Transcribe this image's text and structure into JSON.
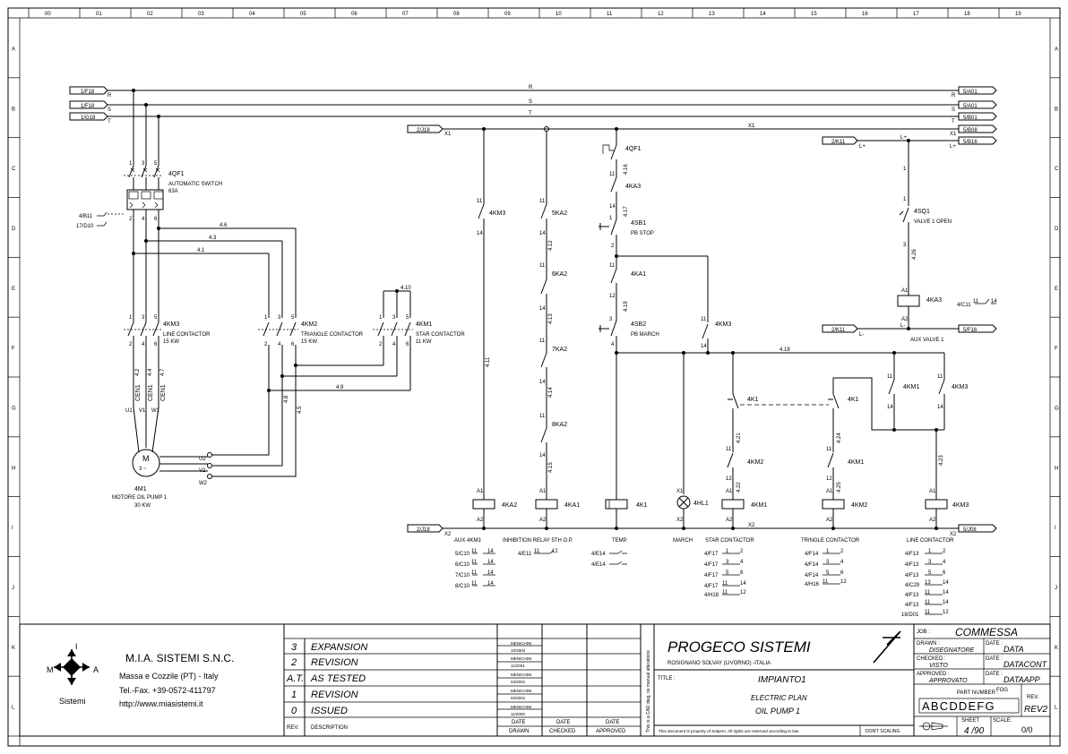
{
  "columns": [
    "00",
    "01",
    "02",
    "03",
    "04",
    "05",
    "06",
    "07",
    "08",
    "09",
    "10",
    "11",
    "12",
    "13",
    "14",
    "15",
    "16",
    "17",
    "18",
    "19"
  ],
  "rows": [
    "A",
    "B",
    "C",
    "D",
    "E",
    "F",
    "G",
    "H",
    "I",
    "J",
    "K",
    "L"
  ],
  "phases": {
    "R": {
      "left_ref": "1/F18",
      "right_ref": "5/A01",
      "label": "R"
    },
    "S": {
      "left_ref": "1/F18",
      "right_ref": "5/A01",
      "label": "S"
    },
    "T": {
      "left_ref": "1/G18",
      "right_ref": "5/B01",
      "label": "T"
    }
  },
  "bus": {
    "x1_left_ref": "2/J18",
    "x1_label": "X1",
    "x1_right_ref": "5/B08",
    "x2_left_ref": "2/J18",
    "x2_label": "X2",
    "x2_right_ref": "5/J08",
    "lplus_left_ref": "2/K11",
    "lplus_label": "L+",
    "lplus_right_ref": "5/B16",
    "lminus_left_ref": "2/K11",
    "lminus_label": "L-",
    "lminus_right_ref": "5/F16",
    "wire_418": "4.18",
    "wire_x2": "X2"
  },
  "power": {
    "breaker_name": "4QF1",
    "breaker_desc1": "AUTOMATIC SWITCH",
    "breaker_desc2": "63A",
    "aux_ref1": "4/B11",
    "aux_ref2": "17/D10",
    "km3_name": "4KM3",
    "km3_desc1": "LINE CONTACTOR",
    "km3_desc2": "15 KW",
    "km2_name": "4KM2",
    "km2_desc1": "TRIANGLE CONTACTOR",
    "km2_desc2": "15 KW",
    "km1_name": "4KM1",
    "km1_desc1": "STAR CONTACTOR",
    "km1_desc2": "11 KW",
    "wire_46": "4.6",
    "wire_43": "4.3",
    "wire_41": "4.1",
    "wire_410": "4.10",
    "wire_49": "4.9",
    "wire_48": "4.8",
    "wire_45": "4.5",
    "wire_42": "4.2",
    "wire_44": "4.4",
    "wire_47": "4.7",
    "cen": "CEN1",
    "u1": "U1",
    "v1": "V1",
    "w1": "W1",
    "u2": "U2",
    "v2": "V2",
    "w2": "W2",
    "motor_m": "M",
    "motor_3": "3 ~",
    "motor_name": "4M1",
    "motor_desc1": "MOTORE OIL PUMP 1",
    "motor_desc2": "30 KW"
  },
  "control": {
    "c1_contact": "4KM3",
    "c1_wire": "4.11",
    "c1_coil": "4KA2",
    "c1_caption": "AUX 4KM3",
    "c2_c1": "5KA2",
    "c2_c2": "6KA2",
    "c2_c3": "7KA2",
    "c2_c4": "8KA2",
    "c2_w1": "4.12",
    "c2_w2": "4.13",
    "c2_w3": "4.14",
    "c2_w4": "4.15",
    "c2_coil": "4KA1",
    "c2_caption": "INHIBITION RELAY 5TH O.P.",
    "c3_qf": "4QF1",
    "c3_w16": "4.16",
    "c3_ka3": "4KA3",
    "c3_w17": "4.17",
    "c3_sb1": "4SB1",
    "c3_sb1_desc": "PB STOP",
    "c3_ka1": "4KA1",
    "c3_w19": "4.19",
    "c3_sb2": "4SB2",
    "c3_sb2_desc": "PB MARCH",
    "c3_coil": "4K1",
    "c3_caption": "TEMP.",
    "c4_lamp": "4HL1",
    "c4_caption": "MARCH",
    "c5_km3": "4KM3",
    "c5_k1": "4K1",
    "c5_km2": "4KM2",
    "c5_w21": "4.21",
    "c5_w22": "4.22",
    "c5_coil": "4KM1",
    "c5_caption": "STAR CONTACTOR",
    "c6_k1": "4K1",
    "c6_km1": "4KM1",
    "c6_w24": "4.24",
    "c6_w25": "4.25",
    "c6_coil": "4KM2",
    "c6_caption": "TRINGLE CONTACTOR",
    "c7_km1": "4KM1",
    "c7_km3": "4KM3",
    "c7_w23": "4.23",
    "c7_coil": "4KM3",
    "c7_caption": "LINE CONTACTOR",
    "c8_sq1": "4SQ1",
    "c8_sq1_desc": "VALVE 1 OPEN",
    "c8_w26": "4.26",
    "c8_coil": "4KA3",
    "c8_caption": "AUX VALVE 1",
    "c8_ref": "4/C11"
  },
  "xref": {
    "aux4km3": [
      "5/C10",
      "6/C10",
      "7/C10",
      "8/C10"
    ],
    "inhib": [
      "4/E11"
    ],
    "temp": [
      "4/E14",
      "4/E14"
    ],
    "star": [
      "4/F17",
      "4/F17",
      "4/F17",
      "4/F17",
      "4/H18"
    ],
    "tri": [
      "4/F14",
      "4/F14",
      "4/F14",
      "4/H16"
    ],
    "line": [
      "4/F13",
      "4/F13",
      "4/F13",
      "4/C29",
      "4/F13",
      "4/F13",
      "18/D01"
    ]
  },
  "titleblock": {
    "company": "M.I.A. SISTEMI S.N.C.",
    "address": "Massa e Cozzile (PT) - Italy",
    "phone": "Tel.-Fax. +39-0572-411797",
    "web": "http://www.miasistemi.it",
    "logo_m": "M",
    "logo_i": "I",
    "logo_a": "A",
    "logo_sistemi": "Sistemi",
    "revisions": [
      {
        "rev": "3",
        "desc": "EXPANSION",
        "who": "MENICHINI",
        "date": "10/2004"
      },
      {
        "rev": "2",
        "desc": "REVISION",
        "who": "MENICHINI",
        "date": "11/2001"
      },
      {
        "rev": "A.T.",
        "desc": "AS TESTED",
        "who": "MENICHINI",
        "date": "04/2001"
      },
      {
        "rev": "1",
        "desc": "REVISION",
        "who": "MENICHINI",
        "date": "02/2001"
      },
      {
        "rev": "0",
        "desc": "ISSUED",
        "who": "MENICHINI",
        "date": "11/2000"
      }
    ],
    "hdr_rev": "REV.",
    "hdr_desc": "DESCRIPTION",
    "hdr_date": "DATE",
    "hdr_drawn": "DRAWN",
    "hdr_checked": "CHECKED",
    "hdr_approved": "APPROVED",
    "vertical_note": "This is a CAD dwg, no manual alterations",
    "client": "PROGECO SISTEMI",
    "client_addr": "ROSIGNANO SOLVAY (LIVORNO) -ITALIA",
    "title_label": "TITLE :",
    "plant": "IMPIANTO1",
    "title1": "ELECTRIC PLAN",
    "title2": "OIL PUMP 1",
    "property_note": "This document is property of Solpem. All rights are reserved according to law",
    "dont_scale": "DON'T SCALING",
    "job_label": "JOB :",
    "job": "COMMESSA",
    "drawn_label": "DRAWN :",
    "drawn": "DISEGNATORE",
    "checked_label": "CHECKED :",
    "checked": "VISTO",
    "approved_label": "APPROVED :",
    "approved": "APPROVATO",
    "date_label": "DATE :",
    "date1": "DATA",
    "date2": "DATACONT",
    "date3": "DATAAPP",
    "part_label": "PART NUMBER :",
    "part_fog": "FOG",
    "part_letters": "ABCDDEFG",
    "rev_label": "REV.",
    "rev": "REV2",
    "sheet_label": "SHEET",
    "sheet": "4 /90",
    "scale_label": "SCALE:",
    "scale": "0/0"
  }
}
